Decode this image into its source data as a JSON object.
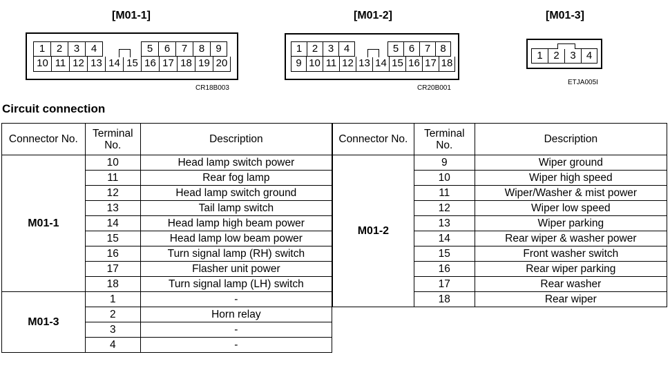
{
  "connectors": [
    {
      "title": "[M01-1]",
      "code": "CR18B003",
      "top_row": [
        "1",
        "2",
        "3",
        "4",
        "",
        "5",
        "6",
        "7",
        "8",
        "9"
      ],
      "bottom_row": [
        "10",
        "11",
        "12",
        "13",
        "14",
        "15",
        "16",
        "17",
        "18",
        "19",
        "20"
      ]
    },
    {
      "title": "[M01-2]",
      "code": "CR20B001",
      "top_row": [
        "1",
        "2",
        "3",
        "4",
        "",
        "5",
        "6",
        "7",
        "8"
      ],
      "bottom_row": [
        "9",
        "10",
        "11",
        "12",
        "13",
        "14",
        "15",
        "16",
        "17",
        "18"
      ]
    },
    {
      "title": "[M01-3]",
      "code": "ETJA005I",
      "row": [
        "1",
        "2",
        "3",
        "4"
      ]
    }
  ],
  "section_title": "Circuit connection",
  "table_headers": {
    "connector": "Connector No.",
    "terminal": "Terminal No.",
    "description": "Description"
  },
  "left_table": {
    "groups": [
      {
        "connector": "M01-1",
        "rows": [
          {
            "terminal": "10",
            "description": "Head lamp switch power"
          },
          {
            "terminal": "11",
            "description": "Rear fog lamp"
          },
          {
            "terminal": "12",
            "description": "Head lamp switch ground"
          },
          {
            "terminal": "13",
            "description": "Tail lamp switch"
          },
          {
            "terminal": "14",
            "description": "Head lamp high beam power"
          },
          {
            "terminal": "15",
            "description": "Head lamp low beam power"
          },
          {
            "terminal": "16",
            "description": "Turn signal lamp (RH) switch"
          },
          {
            "terminal": "17",
            "description": "Flasher unit power"
          },
          {
            "terminal": "18",
            "description": "Turn signal lamp (LH) switch"
          }
        ]
      },
      {
        "connector": "M01-3",
        "rows": [
          {
            "terminal": "1",
            "description": "-"
          },
          {
            "terminal": "2",
            "description": "Horn relay"
          },
          {
            "terminal": "3",
            "description": "-"
          },
          {
            "terminal": "4",
            "description": "-"
          }
        ]
      }
    ]
  },
  "right_table": {
    "groups": [
      {
        "connector": "M01-2",
        "rows": [
          {
            "terminal": "9",
            "description": "Wiper ground"
          },
          {
            "terminal": "10",
            "description": "Wiper high speed"
          },
          {
            "terminal": "11",
            "description": "Wiper/Washer & mist power"
          },
          {
            "terminal": "12",
            "description": "Wiper low speed"
          },
          {
            "terminal": "13",
            "description": "Wiper parking"
          },
          {
            "terminal": "14",
            "description": "Rear wiper & washer power"
          },
          {
            "terminal": "15",
            "description": "Front washer switch"
          },
          {
            "terminal": "16",
            "description": "Rear wiper parking"
          },
          {
            "terminal": "17",
            "description": "Rear washer"
          },
          {
            "terminal": "18",
            "description": "Rear wiper"
          }
        ]
      }
    ]
  }
}
